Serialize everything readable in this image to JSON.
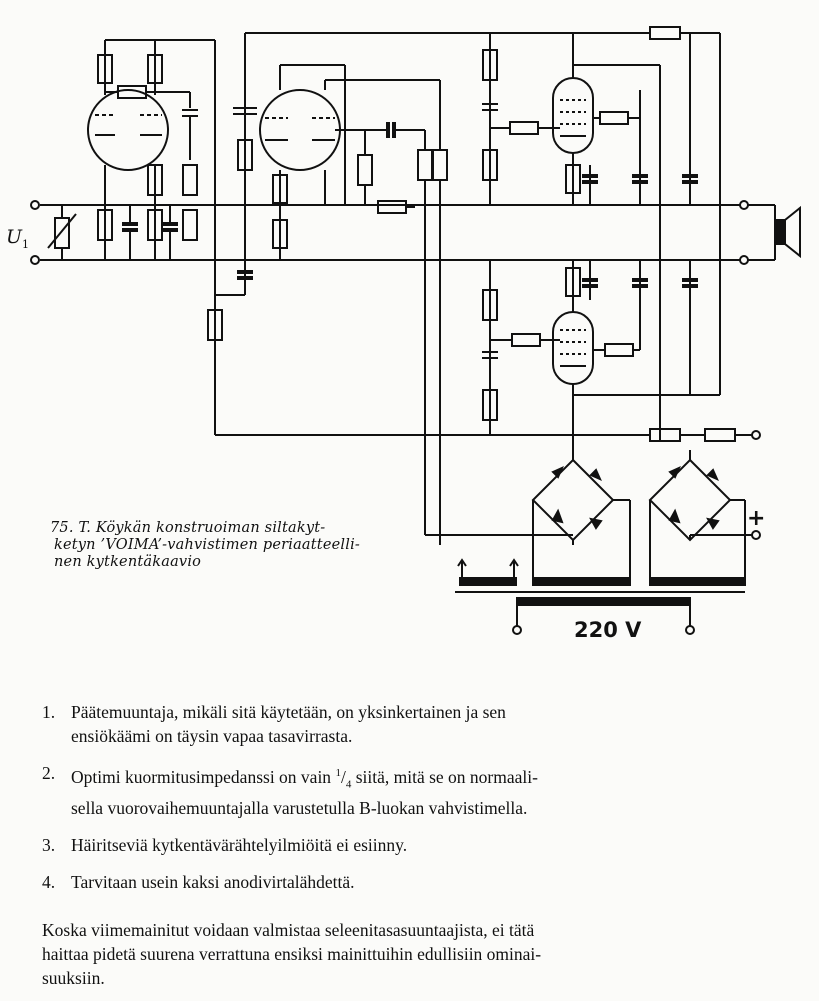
{
  "figure": {
    "caption_lines": [
      "75. T. Köykän konstruoiman siltakyt-",
      "ketyn ’VOIMA’-vahvistimen periaatteelli-",
      "nen kytkentäkaavio"
    ],
    "voltage_label": "220 V",
    "input_label": "U",
    "input_label_sub": "1",
    "plus_label": "+"
  },
  "list_items": [
    {
      "num": "1.",
      "lines": [
        "Päätemuuntaja, mikäli sitä käytetään, on yksinkertainen ja sen",
        "ensiökäämi on täysin vapaa tasavirrasta."
      ]
    },
    {
      "num": "2.",
      "line1_before": "Optimi kuormitusimpedanssi on vain ",
      "frac_num": "1",
      "frac_den": "4",
      "line1_after": " siitä, mitä se on normaali-",
      "line2": "sella vuorovaihemuuntajalla varustetulla B-luokan vahvistimella."
    },
    {
      "num": "3.",
      "lines": [
        "Häiritseviä kytkentävärähtelyilmiöitä ei esiinny."
      ]
    },
    {
      "num": "4.",
      "lines": [
        "Tarvitaan usein kaksi anodivirtalähdettä."
      ]
    }
  ],
  "closing_paragraph_lines": [
    "Koska viimemainitut voidaan valmistaa seleenitasasuuntaajista, ei tätä",
    "haittaa pidetä suurena verrattuna ensiksi mainittuihin edullisiin ominai-",
    "suuksiin."
  ]
}
